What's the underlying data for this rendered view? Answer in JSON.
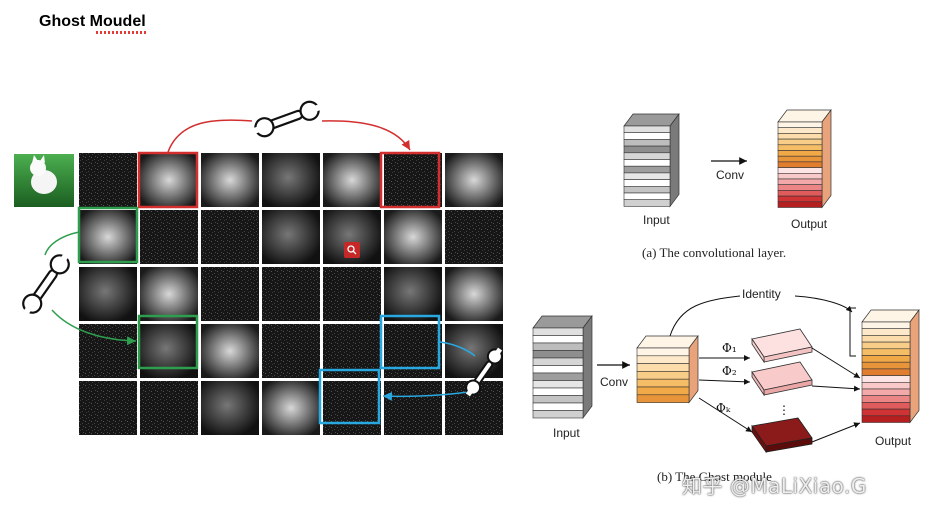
{
  "title": "Ghost Moudel",
  "feature_grid": {
    "rows": 5,
    "cols": 7
  },
  "conv_layer": {
    "input_label": "Input",
    "op_label": "Conv",
    "output_label": "Output",
    "caption": "(a)  The convolutional layer."
  },
  "ghost_module": {
    "input_label": "Input",
    "op_label": "Conv",
    "identity_label": "Identity",
    "phi_1": "Φ₁",
    "phi_2": "Φ₂",
    "phi_k": "Φₖ",
    "dots": "⋮",
    "output_label": "Output",
    "caption": "(b)  The Ghost module"
  },
  "watermark": "知乎 @MaLiXiao.G",
  "colors": {
    "red": "#d32f2f",
    "green": "#2e9e4e",
    "blue": "#29a8e0",
    "dark_red": "#7a0a0a"
  }
}
